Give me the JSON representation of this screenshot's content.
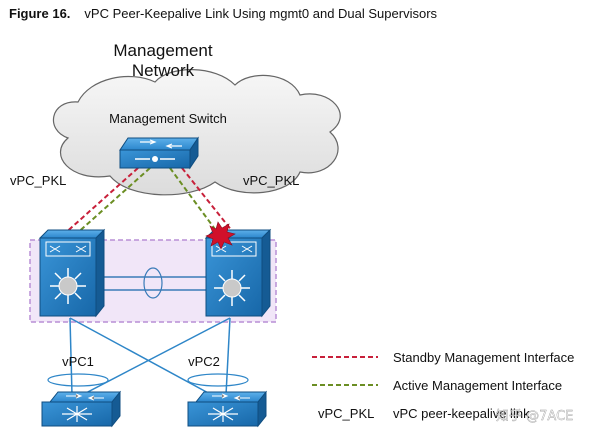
{
  "figure": {
    "number": "Figure 16.",
    "title": "vPC Peer-Keepalive Link Using mgmt0 and Dual Supervisors"
  },
  "cloud": {
    "title_line1": "Management",
    "title_line2": "Network",
    "switch_label": "Management Switch"
  },
  "links": {
    "left_pkl_label": "vPC_PKL",
    "right_pkl_label": "vPC_PKL",
    "vpc1_label": "vPC1",
    "vpc2_label": "vPC2"
  },
  "legend": {
    "standby": "Standby Management Interface",
    "active": "Active Management Interface",
    "pkl_key": "vPC_PKL",
    "pkl_desc": "vPC peer-keepalive link"
  },
  "watermark": "知乎 @7ACE",
  "colors": {
    "standby_line": "#c8203a",
    "active_line": "#6b8e23",
    "device_blue": "#1e7bc4",
    "peer_link_box": "#b98fd6",
    "failure_star": "#d0102a"
  },
  "icons": {
    "mgmt_switch": "workgroup-switch-icon",
    "core_switch": "nexus-switch-icon",
    "access_switch": "access-switch-icon",
    "failure": "burst-icon"
  }
}
